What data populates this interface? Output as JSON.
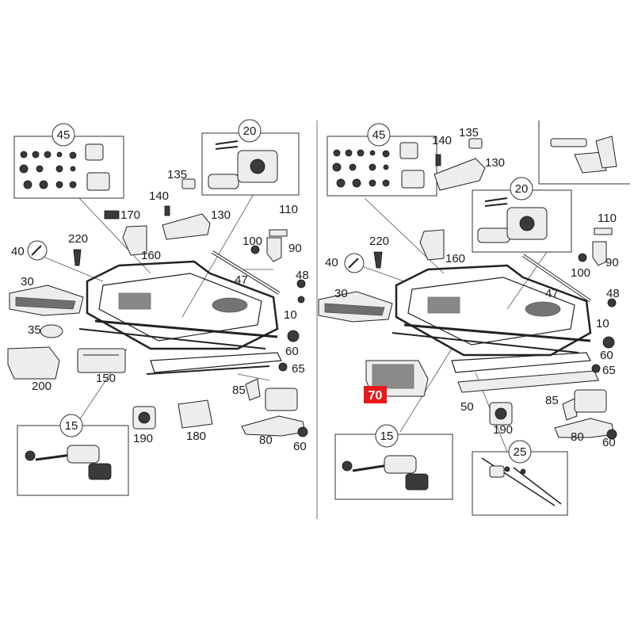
{
  "left_panel": {
    "callouts": {
      "c45": "45",
      "c20": "20",
      "c15": "15"
    },
    "labels": {
      "l135": "135",
      "l140": "140",
      "l170": "170",
      "l130": "130",
      "l110": "110",
      "l100": "100",
      "l90": "90",
      "l220": "220",
      "l160": "160",
      "l40": "40",
      "l47": "47",
      "l48": "48",
      "l30": "30",
      "l10": "10",
      "l35": "35",
      "l60a": "60",
      "l65": "65",
      "l200": "200",
      "l150": "150",
      "l85": "85",
      "l190": "190",
      "l180": "180",
      "l80": "80",
      "l60b": "60"
    }
  },
  "right_panel": {
    "callouts": {
      "c45": "45",
      "c20": "20",
      "c15": "15",
      "c25": "25"
    },
    "labels": {
      "l140": "140",
      "l135": "135",
      "l130": "130",
      "l110": "110",
      "l220": "220",
      "l160": "160",
      "l40": "40",
      "l90": "90",
      "l100": "100",
      "l30": "30",
      "l47": "47",
      "l48": "48",
      "l10": "10",
      "l60a": "60",
      "l65": "65",
      "l85": "85",
      "l50": "50",
      "l190": "190",
      "l80": "80",
      "l60b": "60"
    },
    "highlight": {
      "label": "70",
      "color": "#e8191c"
    }
  },
  "colors": {
    "line": "#222222",
    "highlight": "#e8191c",
    "background": "#ffffff"
  }
}
